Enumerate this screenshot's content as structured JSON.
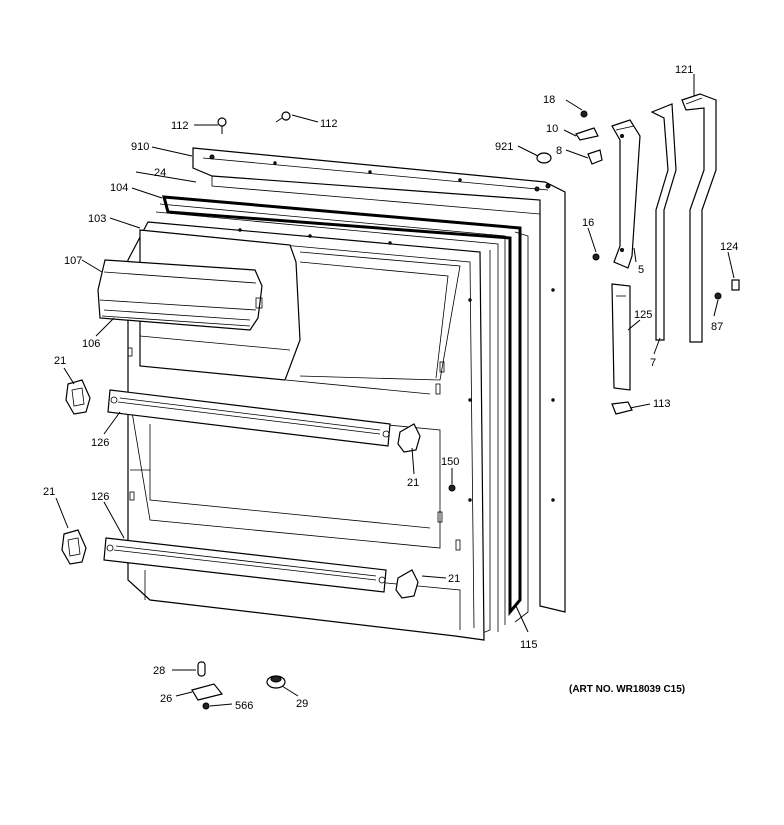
{
  "diagram": {
    "art_number": "(ART NO. WR18039 C15)",
    "callouts": {
      "c121": "121",
      "c18": "18",
      "c112a": "112",
      "c112b": "112",
      "c10": "10",
      "c910": "910",
      "c921": "921",
      "c8": "8",
      "c24": "24",
      "c104": "104",
      "c16": "16",
      "c124": "124",
      "c103": "103",
      "c107": "107",
      "c5": "5",
      "c125": "125",
      "c87": "87",
      "c106": "106",
      "c7": "7",
      "c21a": "21",
      "c113": "113",
      "c126a": "126",
      "c21b": "21",
      "c150": "150",
      "c21c": "21",
      "c126b": "126",
      "c21d": "21",
      "c115": "115",
      "c28": "28",
      "c26": "26",
      "c566": "566",
      "c29": "29"
    }
  }
}
